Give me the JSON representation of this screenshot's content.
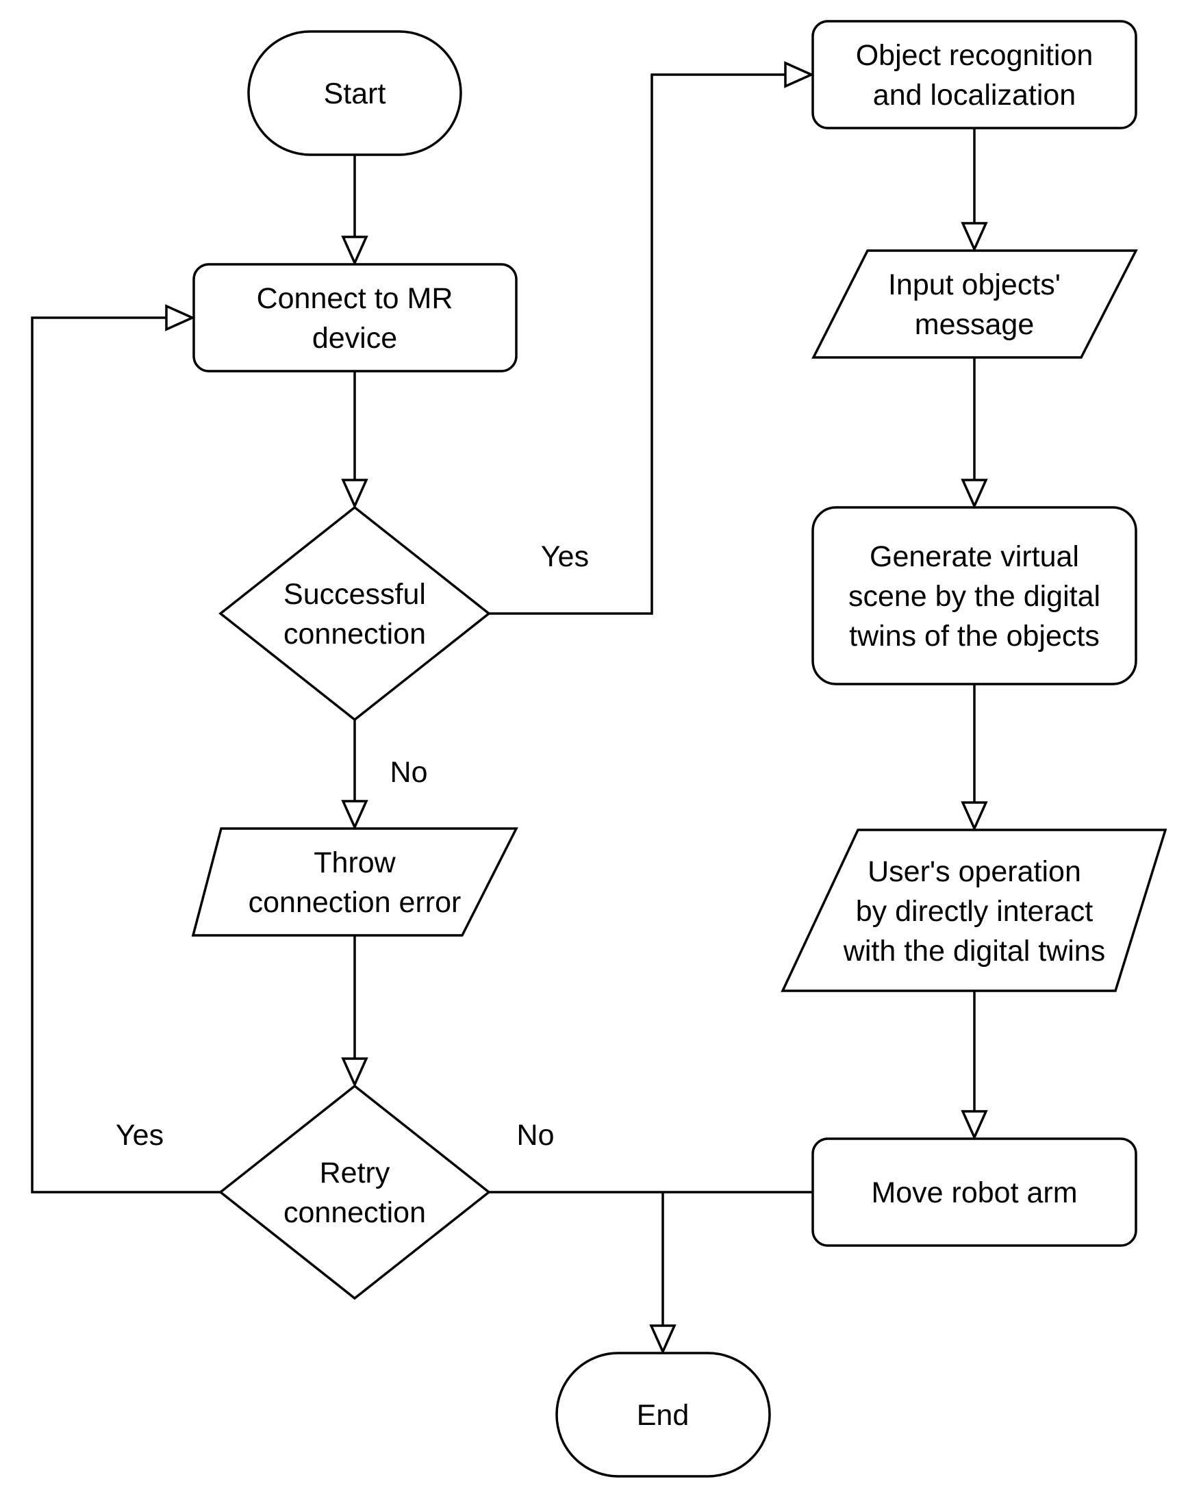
{
  "nodes": {
    "start": {
      "lines": [
        "Start"
      ]
    },
    "connect": {
      "lines": [
        "Connect to MR",
        "device"
      ]
    },
    "success_check": {
      "lines": [
        "Successful",
        "connection"
      ]
    },
    "throw_error": {
      "lines": [
        "Throw",
        "connection error"
      ]
    },
    "retry_check": {
      "lines": [
        "Retry",
        "connection"
      ]
    },
    "recognition": {
      "lines": [
        "Object recognition",
        "and localization"
      ]
    },
    "input_message": {
      "lines": [
        "Input objects'",
        "message"
      ]
    },
    "generate_scene": {
      "lines": [
        "Generate virtual",
        "scene by the digital",
        "twins of the objects"
      ]
    },
    "user_operation": {
      "lines": [
        "User's operation",
        "by directly interact",
        "with the digital twins"
      ]
    },
    "move_arm": {
      "lines": [
        "Move robot arm"
      ]
    },
    "end": {
      "lines": [
        "End"
      ]
    }
  },
  "edge_labels": {
    "success_yes": "Yes",
    "success_no": "No",
    "retry_yes": "Yes",
    "retry_no": "No"
  }
}
